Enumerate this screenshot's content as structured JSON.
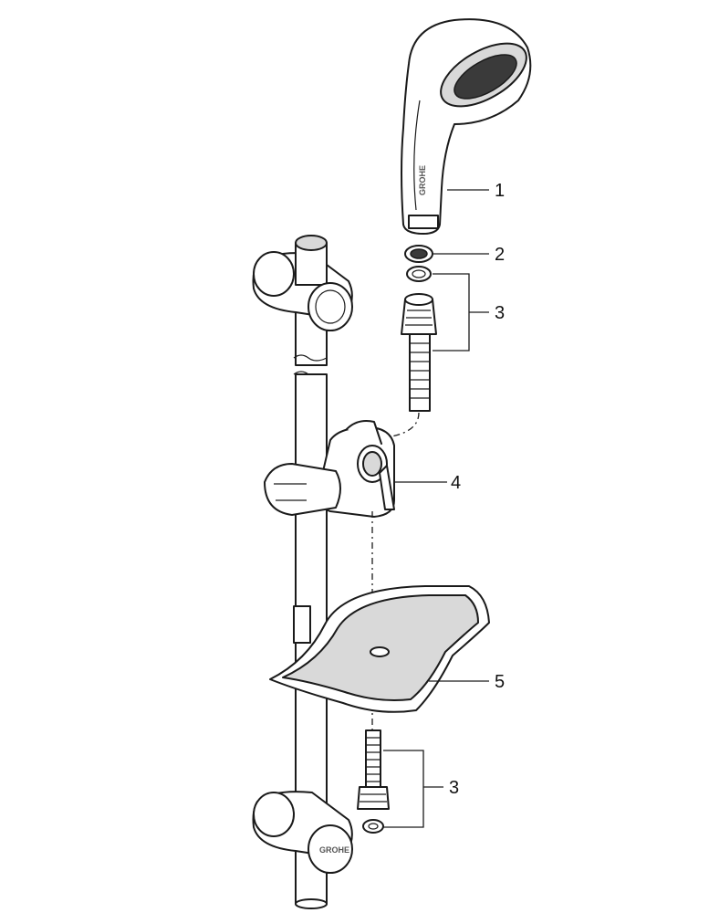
{
  "callouts": {
    "c1": "1",
    "c2": "2",
    "c3_top": "3",
    "c4": "4",
    "c5": "5",
    "c3_bottom": "3"
  },
  "brand_marks": {
    "handshower": "GROHE",
    "bottom_bracket": "GROHE"
  },
  "colors": {
    "line": "#1a1a1a",
    "fill": "#ffffff",
    "shade": "#d9d9d9"
  }
}
